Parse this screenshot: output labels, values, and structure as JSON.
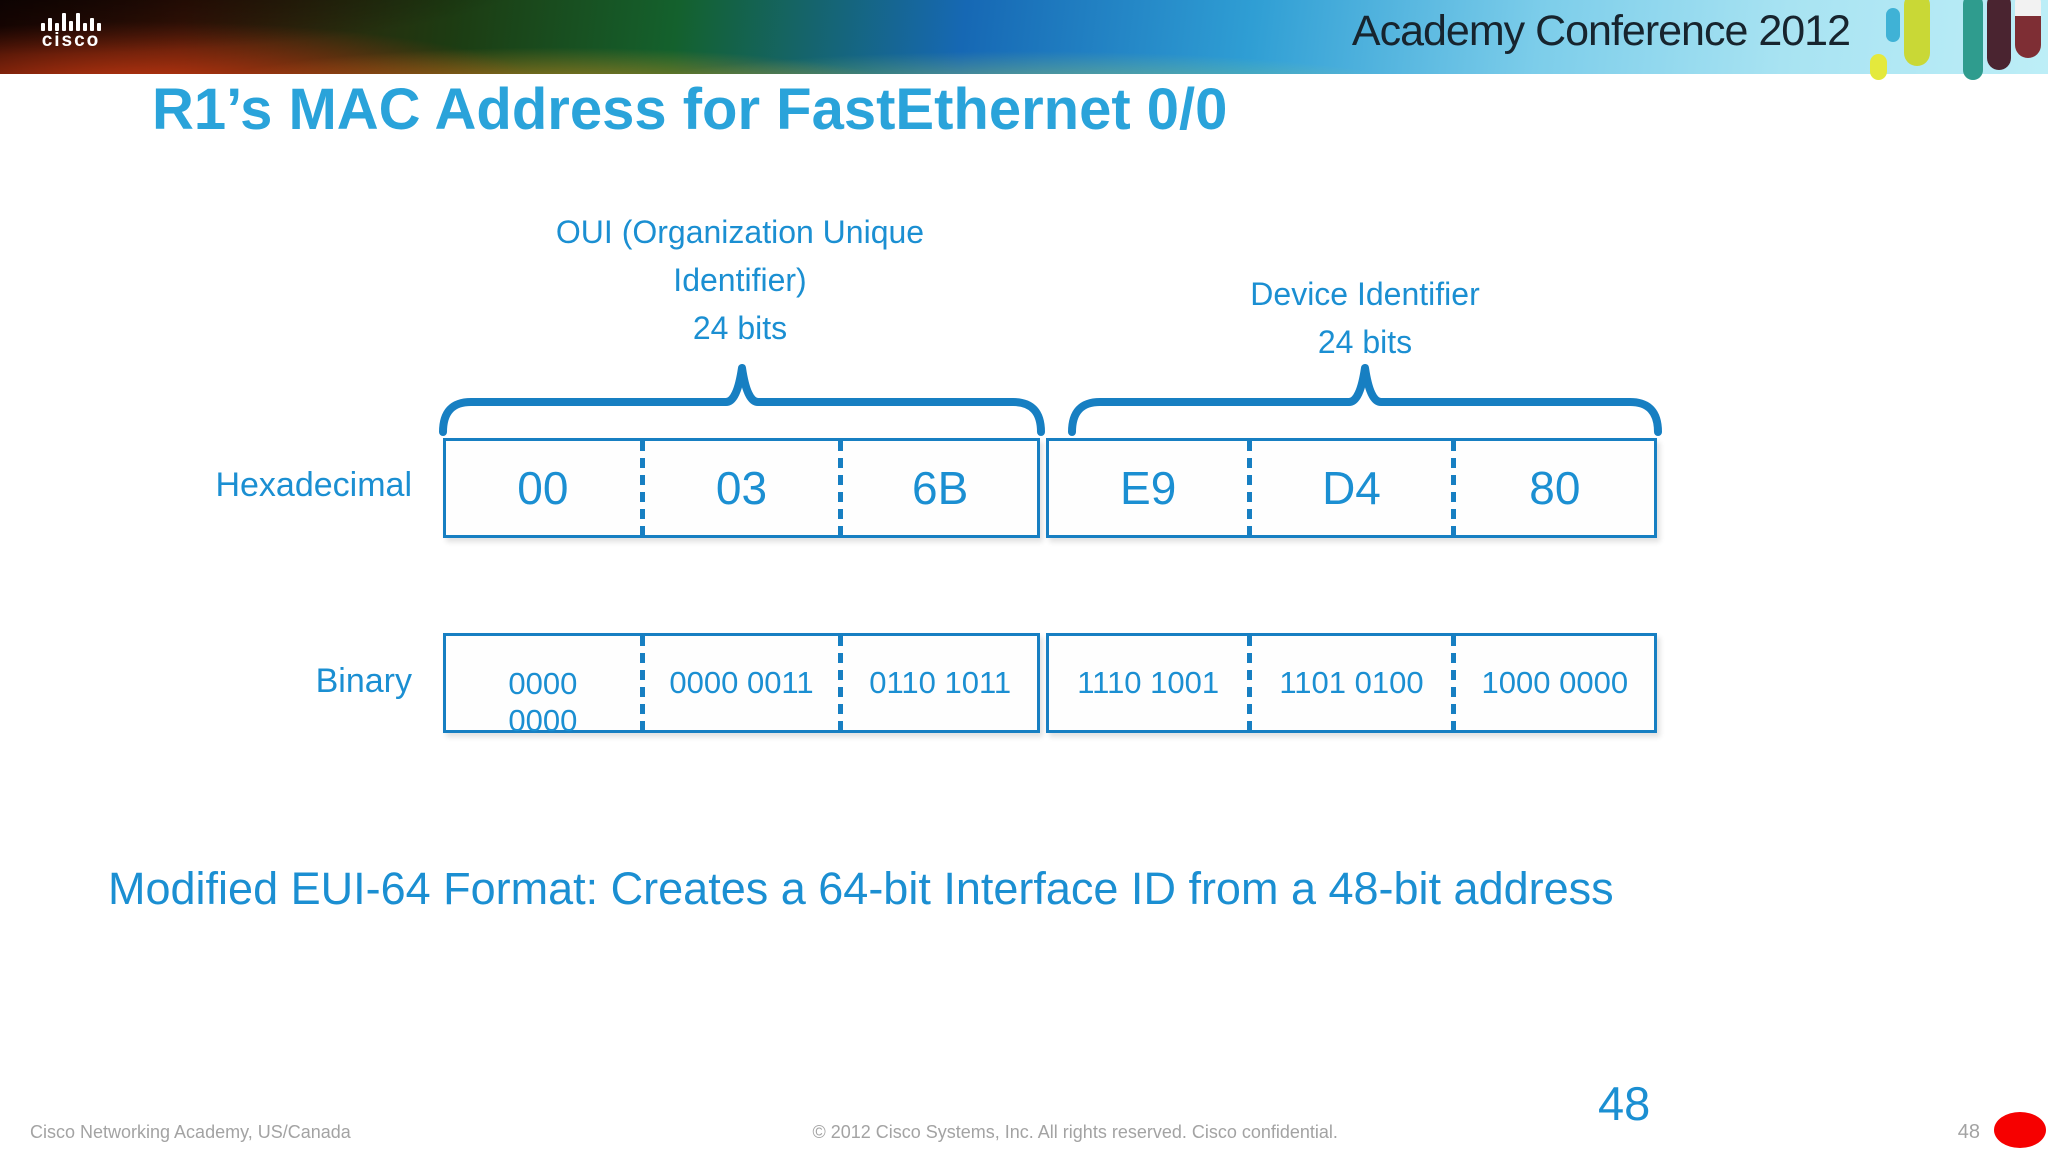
{
  "banner": {
    "logo": "cisco",
    "conference_title": "Academy Conference 2012"
  },
  "title": "R1’s MAC Address for FastEthernet 0/0",
  "diagram": {
    "oui_label": [
      "OUI (Organization Unique",
      "Identifier)",
      "24 bits"
    ],
    "device_label": [
      "Device Identifier",
      "24 bits"
    ],
    "rows": {
      "hex_label": "Hexadecimal",
      "binary_label": "Binary"
    },
    "hex": {
      "oui": [
        "00",
        "03",
        "6B"
      ],
      "device": [
        "E9",
        "D4",
        "80"
      ]
    },
    "binary": {
      "oui": [
        "0000 0000",
        "0000 0011",
        "0110 1011"
      ],
      "device": [
        "1110 1001",
        "1101 0100",
        "1000 0000"
      ]
    }
  },
  "statement": "Modified EUI-64 Format: Creates a 64-bit Interface ID from a 48-bit address",
  "footer": {
    "left": "Cisco Networking Academy, US/Canada",
    "center": "© 2012 Cisco Systems, Inc. All rights reserved. Cisco confidential.",
    "slide_number_large": "48",
    "slide_number_small": "48"
  },
  "colors": {
    "title_blue": "#2aa3da",
    "diagram_blue": "#177fc2",
    "text_blue": "#1b8fd2",
    "footer_gray": "#a3a3a3",
    "marker_red": "#f60000"
  }
}
